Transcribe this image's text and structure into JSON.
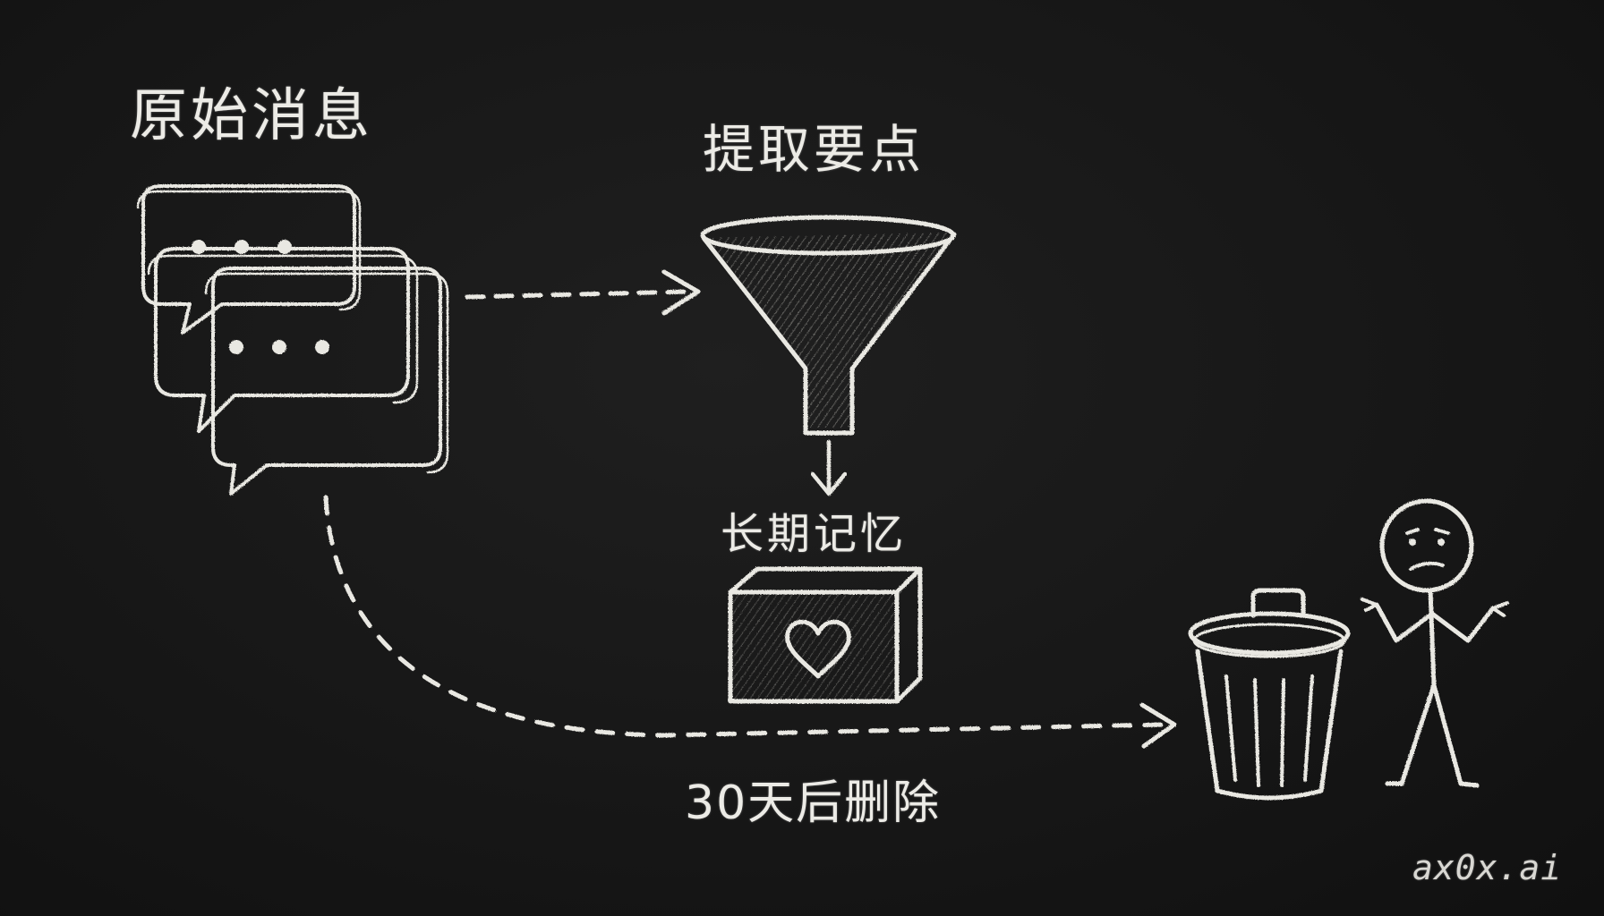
{
  "labels": {
    "raw_messages": "原始消息",
    "extract_key_points": "提取要点",
    "long_term_memory": "长期记忆",
    "delete_after_30_days": "30天后删除"
  },
  "watermark": "ax0x.ai",
  "icons": {
    "messages": "chat-bubbles-icon",
    "filter": "funnel-icon",
    "storage": "heart-box-icon",
    "trash": "trash-can-icon",
    "person": "shrugging-stick-figure-icon"
  },
  "colors": {
    "background": "#161616",
    "chalk": "#e9e8e2"
  }
}
